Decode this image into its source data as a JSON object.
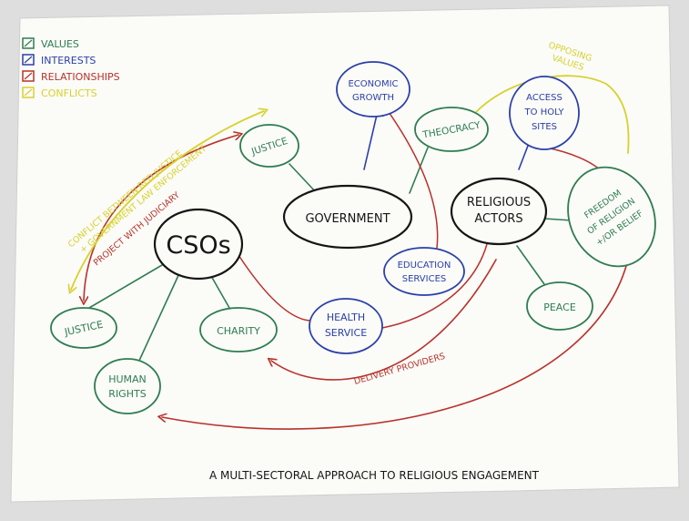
{
  "legend": {
    "items": [
      {
        "label": "VALUES",
        "color": "#2e7d4f"
      },
      {
        "label": "INTERESTS",
        "color": "#2a3fa8"
      },
      {
        "label": "RELATIONSHIPS",
        "color": "#b8322a"
      },
      {
        "label": "CONFLICTS",
        "color": "#d6d22e"
      }
    ]
  },
  "nodes": {
    "csos": "CSOs",
    "government": "GOVERNMENT",
    "religious_actors": [
      "RELIGIOUS",
      "ACTORS"
    ],
    "justice_top": "JUSTICE",
    "justice_left": "JUSTICE",
    "charity": "CHARITY",
    "human_rights": [
      "HUMAN",
      "RIGHTS"
    ],
    "theocracy": "THEOCRACY",
    "economic_growth": [
      "ECONOMIC",
      "GROWTH"
    ],
    "access_holy_sites": [
      "ACCESS",
      "TO HOLY",
      "SITES"
    ],
    "education_services": [
      "EDUCATION",
      "SERVICES"
    ],
    "health_service": [
      "HEALTH",
      "SERVICE"
    ],
    "freedom": [
      "FREEDOM",
      "OF RELIGION",
      "+/OR BELIEF"
    ],
    "peace": "PEACE"
  },
  "annotations": {
    "conflict_justice": [
      "CONFLICT BETWEEN RED JUSTICE",
      "+ GOVERNMENT LAW ENFORCEMENT"
    ],
    "project_judiciary": "PROJECT WITH JUDICIARY",
    "opposing_values": [
      "OPPOSING",
      "VALUES"
    ],
    "delivery_providers": "DELIVERY PROVIDERS"
  },
  "caption": "A MULTI-SECTORAL APPROACH TO RELIGIOUS ENGAGEMENT",
  "colors": {
    "values": "#2e7d4f",
    "interests": "#2a3fa8",
    "relationships": "#b8322a",
    "conflicts": "#d6d22e",
    "ink": "#151515",
    "paper": "#fbfbf8"
  }
}
